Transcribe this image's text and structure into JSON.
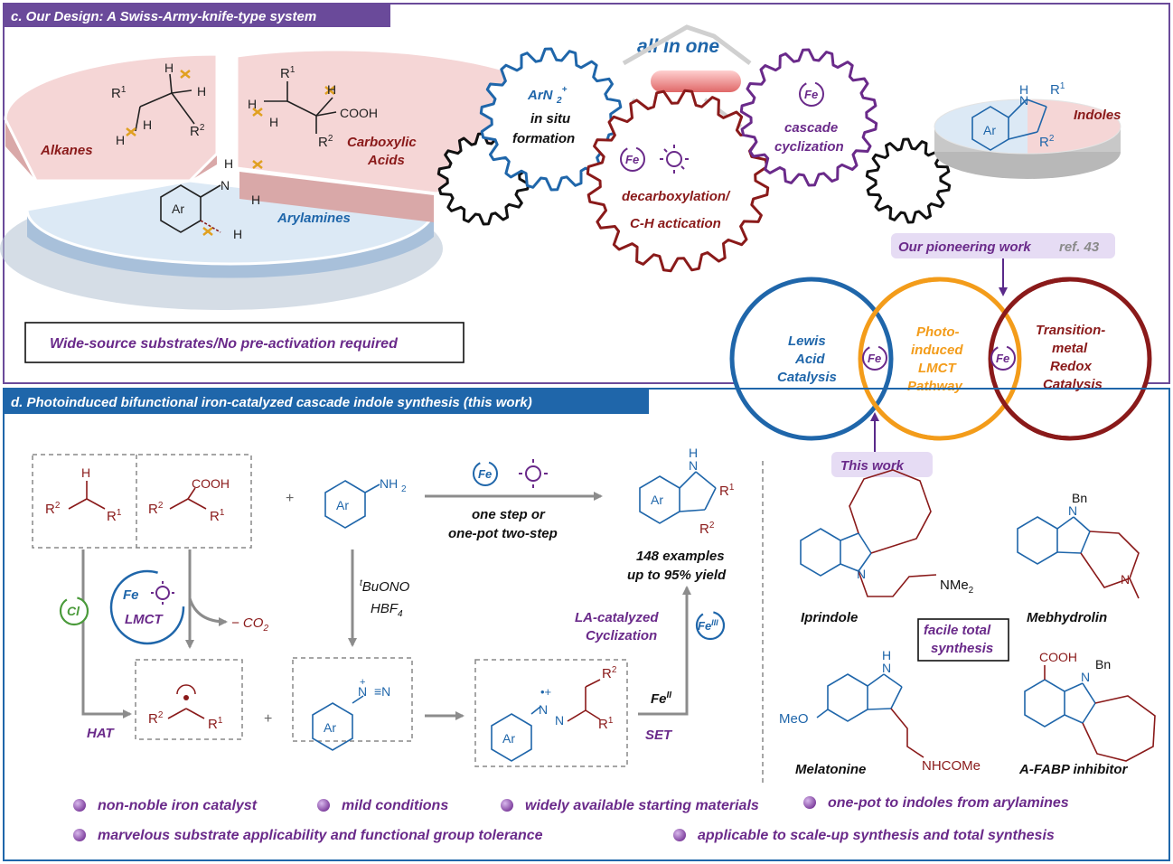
{
  "colors": {
    "purple": "#6a2a8a",
    "blue": "#1f66aa",
    "darkred": "#8a1a1a",
    "orange": "#f39c1a",
    "green": "#4a9a3a",
    "gray": "#888888",
    "pink_pie": "#f5d6d6",
    "blue_pie": "#dce9f5"
  },
  "panel_c": {
    "title": "c. Our Design: A Swiss-Army-knife-type system",
    "pie": {
      "alkanes": "Alkanes",
      "carboxylic": "Carboxylic",
      "acids": "Acids",
      "arylamines": "Arylamines",
      "cooh": "COOH",
      "ar": "Ar"
    },
    "wide_source": "Wide-source substrates/No pre-activation required",
    "all_in_one": "all in one",
    "gear_arn2": "ArN",
    "gear_insitu_1": "in situ",
    "gear_insitu_2": "formation",
    "gear_decarb_1": "decarboxylation/",
    "gear_decarb_2": "C-H actication",
    "gear_cascade_1": "cascade",
    "gear_cascade_2": "cyclization",
    "fe": "Fe",
    "indoles": "Indoles",
    "pioneering": "Our pioneering work",
    "ref": "ref. 43",
    "lewis_1": "Lewis",
    "lewis_2": "Acid",
    "lewis_3": "Catalysis",
    "photo_1": "Photo-",
    "photo_2": "induced",
    "photo_3": "LMCT",
    "photo_4": "Pathway",
    "tm_1": "Transition-",
    "tm_2": "metal",
    "tm_3": "Redox",
    "tm_4": "Catalysis",
    "this_work": "This work"
  },
  "panel_d": {
    "title": "d.  Photoinduced bifunctional iron-catalyzed cascade indole synthesis (this work)",
    "one_step": "one step or",
    "one_pot": "one-pot two-step",
    "examples": "148 examples",
    "yield": "up to 95% yield",
    "buono": "BuONO",
    "hbf4": "HBF",
    "minus_co2": "− CO",
    "lmct": "LMCT",
    "cl": "Cl",
    "hat": "HAT",
    "set": "SET",
    "la_1": "LA-catalyzed",
    "la_2": "Cyclization",
    "nh2": "NH",
    "cooh": "COOH",
    "plus": "+",
    "iprindole": "Iprindole",
    "mebhydrolin": "Mebhydrolin",
    "melatonine": "Melatonine",
    "afabp": "A-FABP inhibitor",
    "facile_1": "facile total",
    "facile_2": "synthesis",
    "nme2": "NMe",
    "bn": "Bn",
    "meo": "MeO",
    "nhcome": "NHCOMe"
  },
  "bullets": [
    "non-noble iron catalyst",
    "mild conditions",
    "widely available starting materials",
    "one-pot to indoles from arylamines",
    "marvelous substrate applicability and functional group tolerance",
    "applicable to scale-up synthesis and total synthesis"
  ]
}
